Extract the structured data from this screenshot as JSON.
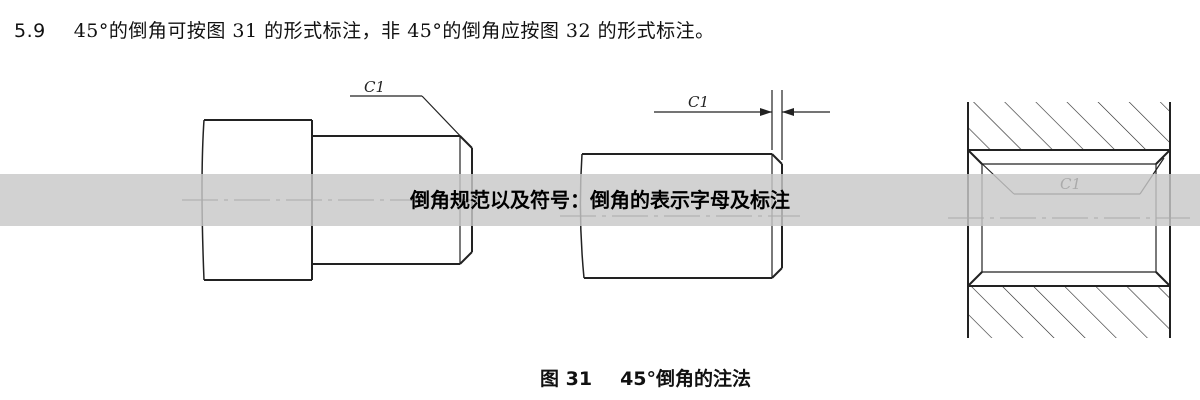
{
  "section": {
    "number": "5.9",
    "text": "45°的倒角可按图 31 的形式标注，非 45°的倒角应按图 32 的形式标注。"
  },
  "figure": {
    "labels": {
      "c1_left": "C1",
      "c1_middle": "C1",
      "c1_right": "C1"
    }
  },
  "banner": {
    "title": "倒角规范以及符号：倒角的表示字母及标注"
  },
  "caption": {
    "figure_number": "图 31",
    "text": "45°倒角的注法"
  },
  "colors": {
    "banner_bg": "#c8c8c8",
    "line": "#222222"
  }
}
